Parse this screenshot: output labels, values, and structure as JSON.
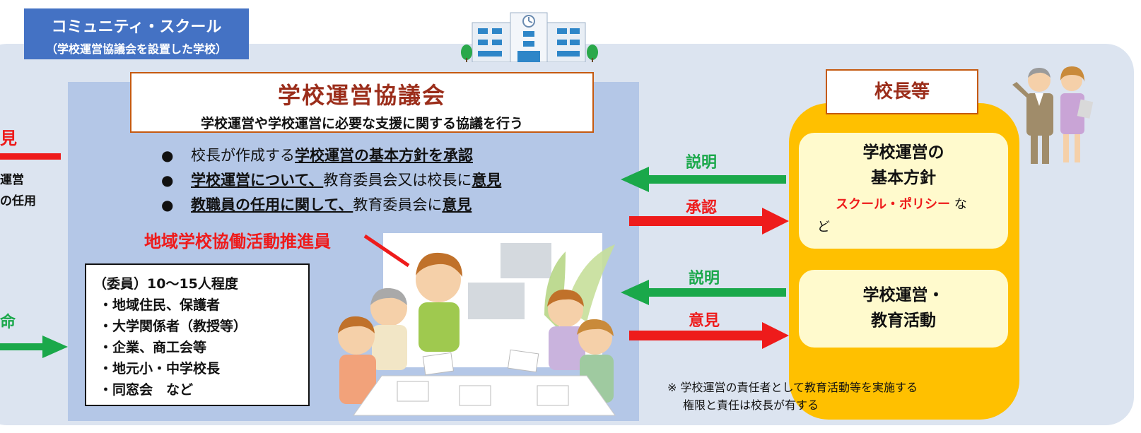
{
  "school_type_tab": {
    "title": "コミュニティ・スクール",
    "subtitle": "（学校運営協議会を設置した学校）"
  },
  "council": {
    "title": "学校運営協議会",
    "subtitle": "学校運営や学校運営に必要な支援に関する協議を行う",
    "bullets": [
      {
        "pre": "校長が作成する",
        "bold": "学校運営の基本方針を承認",
        "mid": "",
        "bold2": ""
      },
      {
        "pre": "",
        "bold": "学校運営について、",
        "mid": "教育委員会又は校長に",
        "bold2": "意見"
      },
      {
        "pre": "",
        "bold": "教職員の任用に関して、",
        "mid": "教育委員会に",
        "bold2": "意見"
      }
    ],
    "promoter_label": "地域学校協働活動推進員",
    "members": {
      "heading": "（委員）10～15人程度",
      "items": [
        "・地域住民、保護者",
        "・大学関係者（教授等）",
        "・企業、商工会等",
        "・地元小・中学校長",
        "・同窓会　など"
      ]
    }
  },
  "principal": {
    "label": "校長等",
    "policy": {
      "line1": "学校運営の",
      "line2": "基本方針",
      "highlight": "スクール・ポリシー",
      "suffix1": " な",
      "suffix2": "ど"
    },
    "operations": {
      "line1": "学校運営・",
      "line2": "教育活動"
    }
  },
  "arrows": {
    "explain_top": "説明",
    "approve": "承認",
    "explain_bottom": "説明",
    "opinion": "意見"
  },
  "left_cutoff": {
    "top_word": "見",
    "line1": "運営",
    "line2": "の任用",
    "bottom_word": "命"
  },
  "note": {
    "line1": "※ 学校運営の責任者として教育活動等を実施する",
    "line2": "権限と責任は校長が有する"
  },
  "colors": {
    "outer_bg": "#dce4f0",
    "tab_blue": "#4472c4",
    "council_bg": "#b4c7e7",
    "title_brown": "#9b2d1a",
    "principal_gold": "#ffc000",
    "box_cream": "#fffacd",
    "arrow_green": "#1aa84a",
    "arrow_red": "#ee1b1b"
  }
}
